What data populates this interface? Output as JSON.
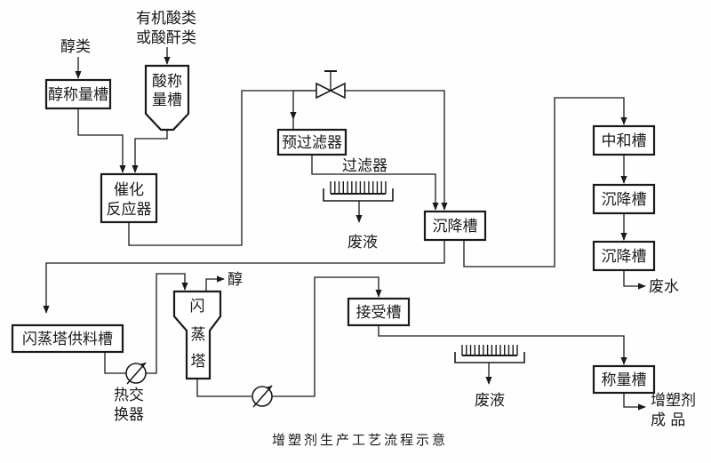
{
  "colors": {
    "ink": "#1a1a1a",
    "paper": "#fefefe"
  },
  "inputs": {
    "alcohol": "醇类",
    "acid_line1": "有机酸类",
    "acid_line2": "或酸酐类"
  },
  "units": {
    "alcohol_tank": "醇称量槽",
    "acid_tank_line1": "酸称",
    "acid_tank_line2": "量槽",
    "reactor_line1": "催化",
    "reactor_line2": "反应器",
    "prefilter": "预过滤器",
    "filter": "过滤器",
    "settler_1": "沉降槽",
    "neutralizer": "中和槽",
    "settler_2": "沉降槽",
    "settler_3": "沉降槽",
    "flash_feed_tank": "闪蒸塔供料槽",
    "flash_tower_1": "闪",
    "flash_tower_2": "蒸",
    "flash_tower_3": "塔",
    "receiver": "接受槽",
    "weigh_tank": "称量槽",
    "heat_exchanger_line1": "热交",
    "heat_exchanger_line2": "换器"
  },
  "outputs": {
    "waste_liquid_1": "废液",
    "waste_water": "废水",
    "alcohol_recovered": "醇",
    "waste_liquid_2": "废液",
    "product_line1": "增塑剂",
    "product_line2": "成  品"
  },
  "caption": "增塑剂生产工艺流程示意",
  "icons": [
    "valve-icon",
    "filter-icon",
    "heat-exchanger-icon",
    "arrow-icon"
  ]
}
